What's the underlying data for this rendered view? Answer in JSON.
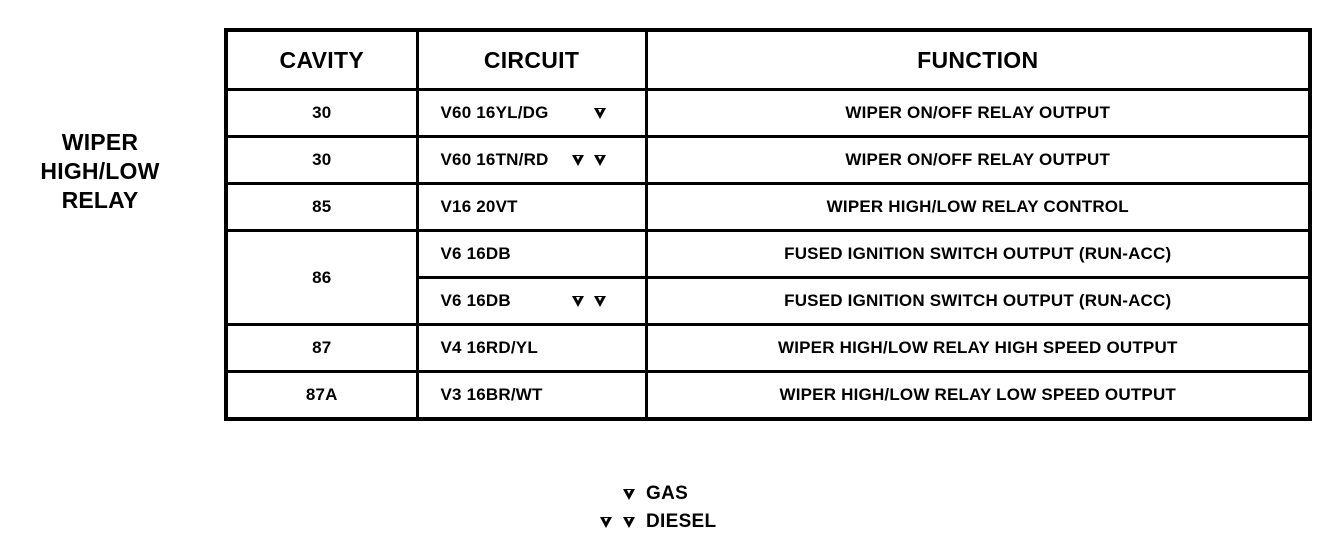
{
  "component": {
    "label_lines": [
      "WIPER",
      "HIGH/LOW",
      "RELAY"
    ]
  },
  "table": {
    "headers": {
      "cavity": "CAVITY",
      "circuit": "CIRCUIT",
      "function": "FUNCTION"
    },
    "rows": [
      {
        "cavity": "30",
        "circuit": "V60 16YL/DG",
        "markers": 1,
        "function": "WIPER ON/OFF RELAY OUTPUT"
      },
      {
        "cavity": "30",
        "circuit": "V60 16TN/RD",
        "markers": 2,
        "function": "WIPER ON/OFF RELAY OUTPUT"
      },
      {
        "cavity": "85",
        "circuit": "V16 20VT",
        "markers": 0,
        "function": "WIPER HIGH/LOW RELAY CONTROL"
      },
      {
        "cavity": "86",
        "cavity_rowspan": 2,
        "circuit": "V6 16DB",
        "markers": 0,
        "function": "FUSED IGNITION SWITCH OUTPUT (RUN-ACC)"
      },
      {
        "cavity": null,
        "circuit": "V6 16DB",
        "markers": 2,
        "function": "FUSED IGNITION SWITCH OUTPUT (RUN-ACC)"
      },
      {
        "cavity": "87",
        "circuit": "V4 16RD/YL",
        "markers": 0,
        "function": "WIPER HIGH/LOW RELAY HIGH SPEED OUTPUT"
      },
      {
        "cavity": "87A",
        "circuit": "V3 16BR/WT",
        "markers": 0,
        "function": "WIPER HIGH/LOW RELAY LOW SPEED OUTPUT"
      }
    ]
  },
  "legend": {
    "entries": [
      {
        "markers": 1,
        "label": "GAS"
      },
      {
        "markers": 2,
        "label": "DIESEL"
      }
    ],
    "marker_icon": "down-triangle-marker-icon"
  },
  "colors": {
    "ink": "#000000",
    "paper": "#ffffff"
  }
}
